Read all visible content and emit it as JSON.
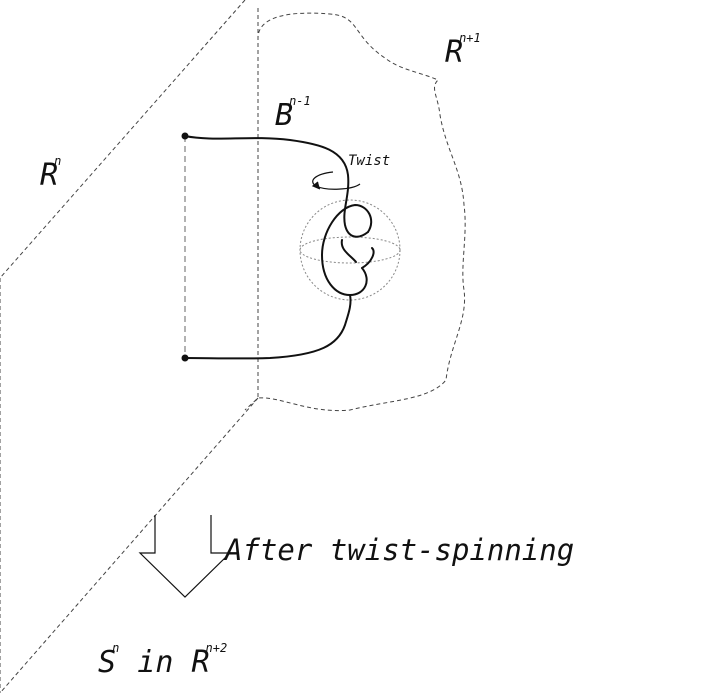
{
  "labels": {
    "rn_base": "R",
    "rn_exp": "n",
    "rn1_base": "R",
    "rn1_exp": "n+1",
    "b_base": "B",
    "b_exp": "n-1",
    "twist": "Twist",
    "after": "After twist-spinning",
    "s_base": "S",
    "s_exp": "n",
    "in_word": "in R",
    "rn2_exp": "n+2"
  },
  "colors": {
    "stroke": "#111111",
    "dashed": "#444444",
    "sphere": "#888888"
  }
}
